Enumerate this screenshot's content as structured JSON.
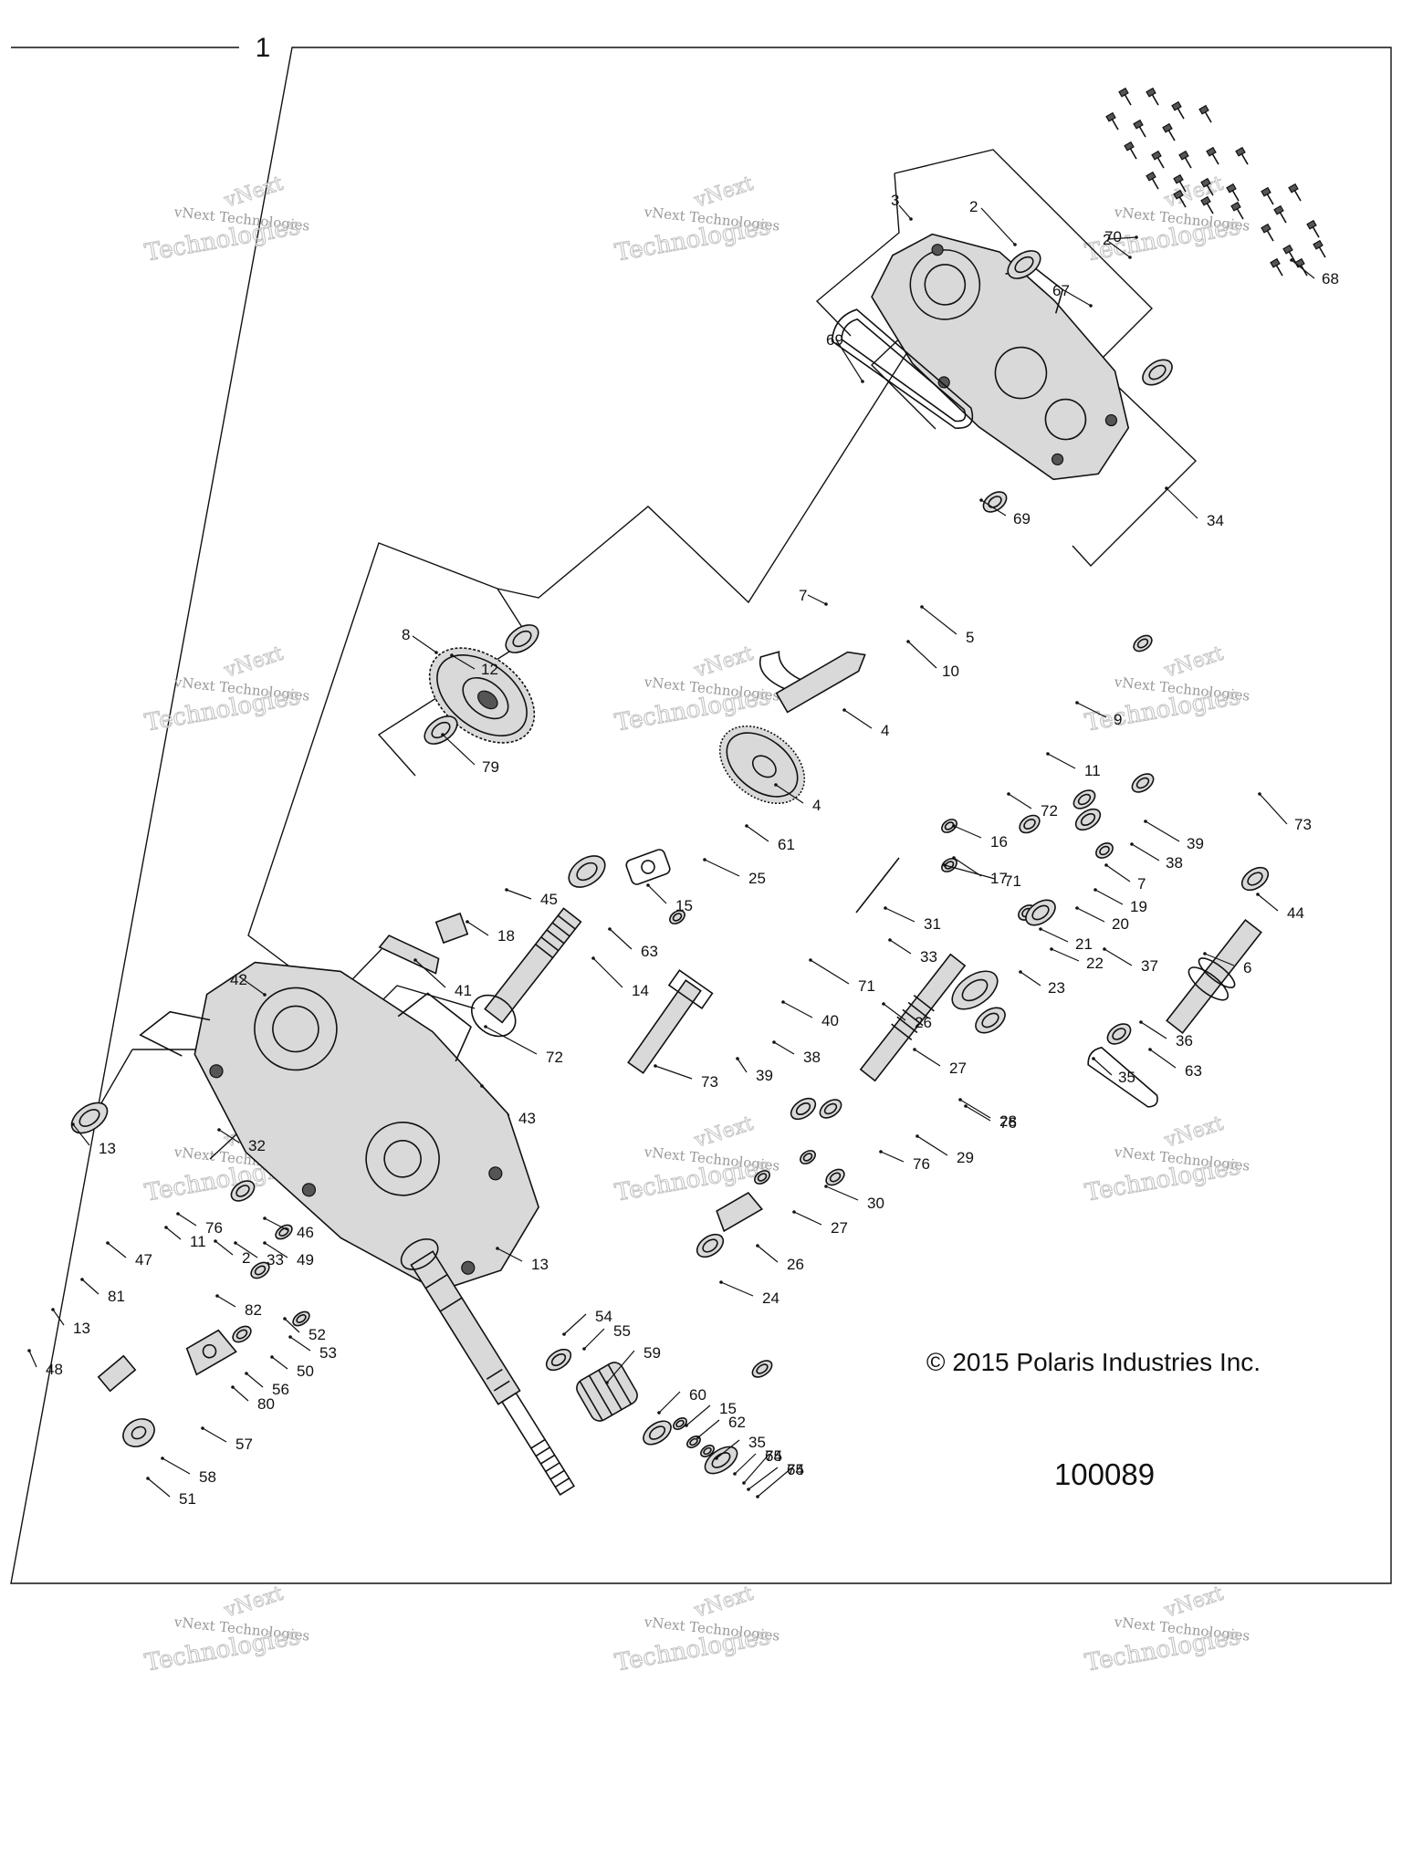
{
  "diagram": {
    "figure_number": "1",
    "copyright": "© 2015 Polaris Industries Inc.",
    "drawing_id": "100089",
    "watermark": {
      "line1": "vNext Technologies",
      "line2": "Technologies",
      "logo_text": "vNext"
    }
  },
  "callouts": [
    "2",
    "3",
    "2",
    "70",
    "68",
    "67",
    "69",
    "34",
    "69",
    "7",
    "5",
    "10",
    "8",
    "12",
    "79",
    "4",
    "4",
    "9",
    "11",
    "72",
    "73",
    "39",
    "38",
    "7",
    "19",
    "20",
    "21",
    "22",
    "23",
    "61",
    "25",
    "15",
    "63",
    "14",
    "16",
    "17",
    "71",
    "31",
    "71",
    "40",
    "38",
    "39",
    "73",
    "72",
    "45",
    "18",
    "41",
    "42",
    "43",
    "44",
    "6",
    "63",
    "35",
    "36",
    "37",
    "33",
    "26",
    "27",
    "28",
    "76",
    "29",
    "76",
    "30",
    "27",
    "26",
    "24",
    "13",
    "32",
    "33",
    "2",
    "76",
    "11",
    "46",
    "49",
    "47",
    "81",
    "13",
    "48",
    "82",
    "52",
    "53",
    "50",
    "56",
    "80",
    "57",
    "58",
    "51",
    "13",
    "54",
    "55",
    "59",
    "60",
    "15",
    "62",
    "35",
    "64",
    "65",
    "75",
    "74",
    "66"
  ]
}
